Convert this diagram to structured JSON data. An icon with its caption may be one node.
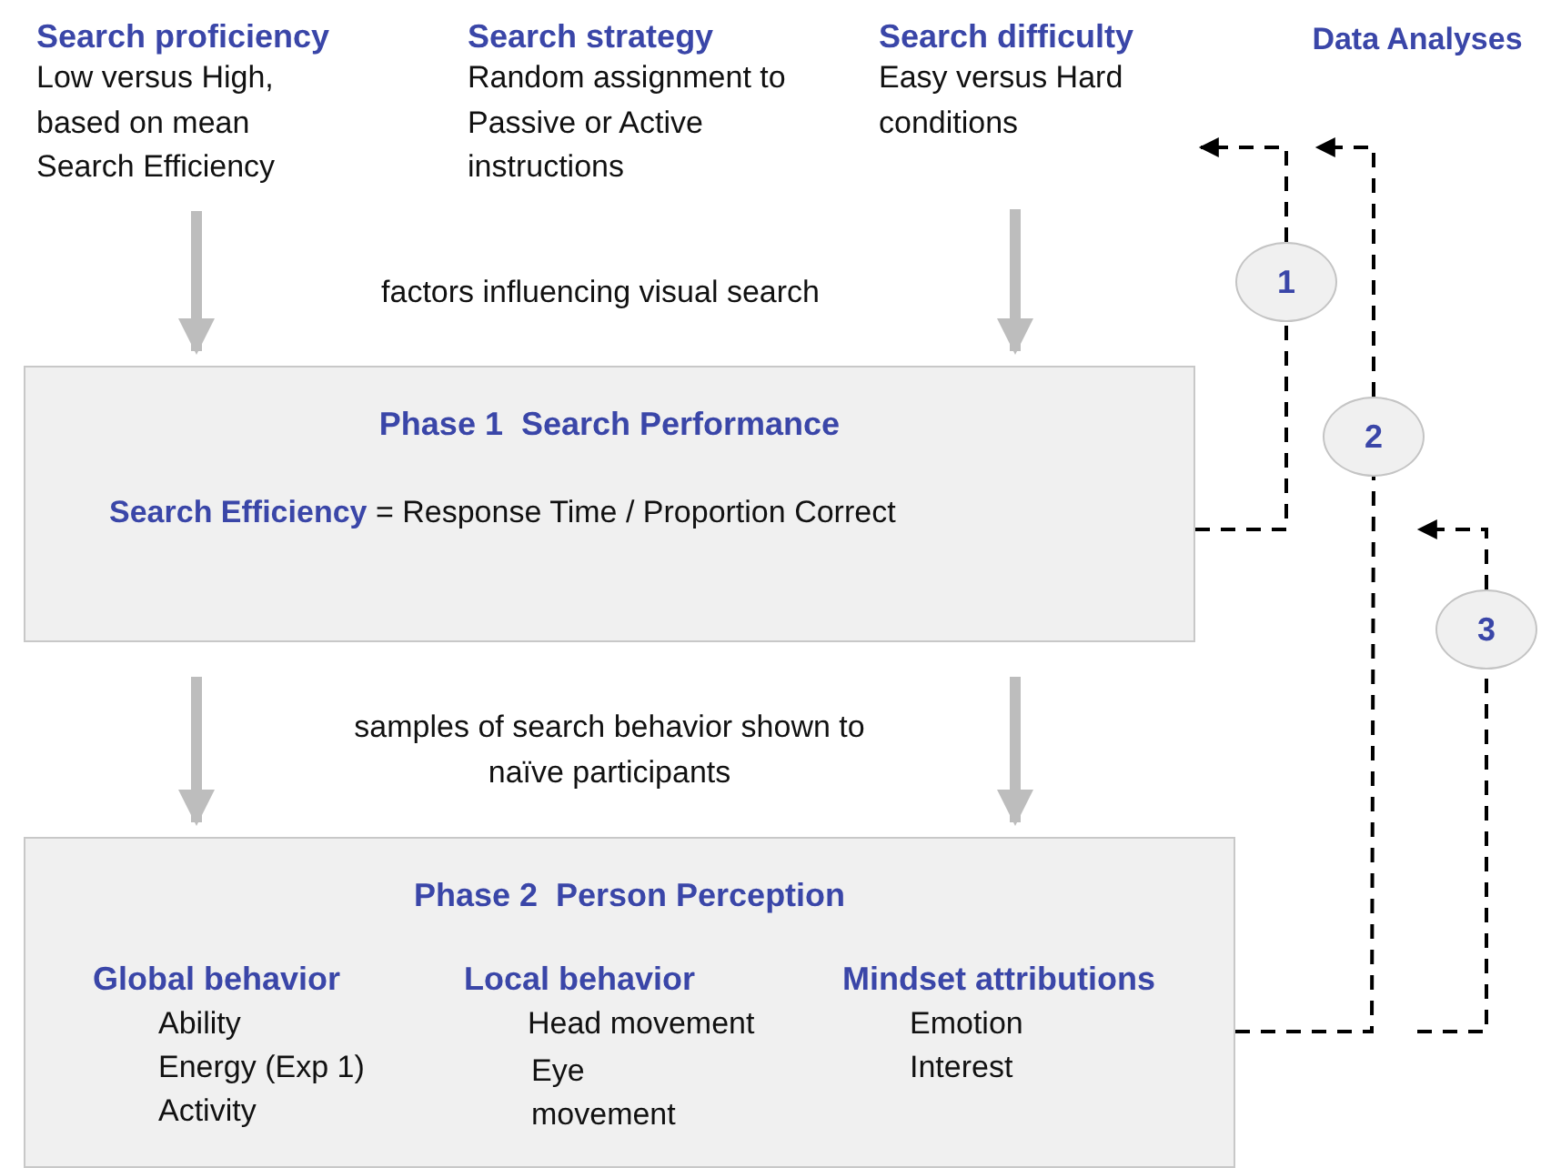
{
  "diagram": {
    "nodes": [
      {
        "text": [
          "Search proficiency",
          "Low versus High, based on mean Search Efficiency"
        ]
      },
      {
        "text": [
          "Search strategy",
          "Random assignment to Passive or Active instructions"
        ]
      },
      {
        "text": [
          "Search difficulty",
          "Easy versus Hard conditions"
        ]
      },
      {
        "text": [
          "Phase 1  Search Performance",
          "**Search Efficiency** = Response Time / Proportion Correct"
        ]
      },
      {
        "text": [
          "Phase 2  Person Perception",
          "Global behavior",
          "Ability",
          "Energy (Exp 1)",
          "Activity",
          "Local behavior",
          "Head movement",
          "Eye movement",
          "Mindset attributions",
          "Emotion",
          "Interest"
        ]
      },
      {
        "text": [
          "1"
        ]
      },
      {
        "text": [
          "2"
        ]
      },
      {
        "text": [
          "3"
        ]
      }
    ],
    "edges": [
      {
        "from": 0,
        "to": 3,
        "arrow": "to",
        "style": "thick",
        "color": "#bdbdbd"
      },
      {
        "from": 2,
        "to": 3,
        "arrow": "to",
        "style": "thick",
        "color": "#bdbdbd"
      },
      {
        "from": 3,
        "to": 4,
        "arrow": "to",
        "style": "thick",
        "color": "#bdbdbd"
      },
      {
        "from": 3,
        "to": 4,
        "arrow": "to",
        "style": "thick",
        "color": "#bdbdbd"
      },
      {
        "from": 3,
        "to": 5,
        "arrow": "none",
        "style": "dashed"
      },
      {
        "from": 5,
        "to": 2,
        "arrow": "to",
        "style": "dashed"
      },
      {
        "from": 4,
        "to": 6,
        "arrow": "none",
        "style": "dashed"
      },
      {
        "from": 6,
        "to": null,
        "arrow": "to",
        "style": "dashed"
      },
      {
        "from": null,
        "to": 7,
        "arrow": "none",
        "style": "dashed"
      },
      {
        "from": 7,
        "to": null,
        "arrow": "to",
        "style": "dashed"
      }
    ],
    "labels": [
      "Data Analyses",
      "factors influencing visual search",
      "samples of search behavior shown to naïve participants"
    ]
  }
}
